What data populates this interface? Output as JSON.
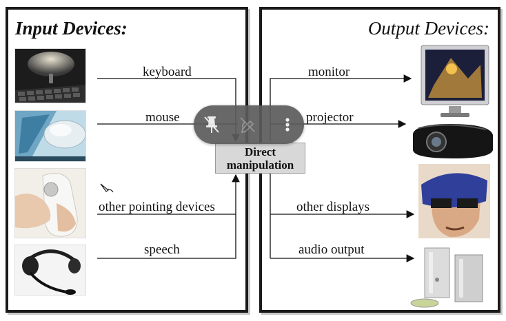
{
  "headings": {
    "input": "Input Devices:",
    "output": "Output Devices:"
  },
  "inputs": [
    {
      "label": "keyboard",
      "icon": "keyboard-photo"
    },
    {
      "label": "mouse",
      "icon": "mouse-photo"
    },
    {
      "label": "other pointing devices",
      "icon": "pointing-device-photo"
    },
    {
      "label": "speech",
      "icon": "headset-photo"
    }
  ],
  "outputs": [
    {
      "label": "monitor",
      "icon": "monitor-photo"
    },
    {
      "label": "projector",
      "icon": "projector-photo"
    },
    {
      "label": "other displays",
      "icon": "head-mounted-display-photo"
    },
    {
      "label": "audio output",
      "icon": "speakers-photo"
    }
  ],
  "center": {
    "line1": "Direct",
    "line2": "manipulation"
  },
  "toolbar": {
    "buttons": [
      "unpin-icon",
      "hide-annotations-icon",
      "more-options-icon"
    ]
  },
  "colors": {
    "toolbar": "#5c5c5c",
    "box": "#d8d8d8",
    "border": "#1a1a1a"
  }
}
